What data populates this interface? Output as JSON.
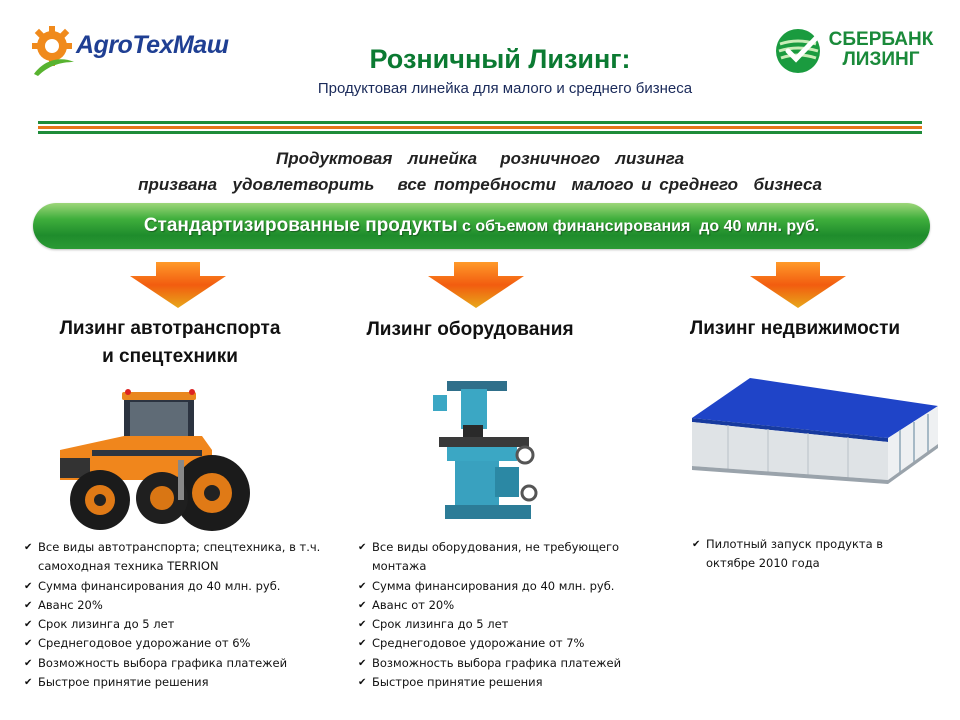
{
  "header": {
    "agro_logo_text": "AgroTexMaш",
    "sber_logo_line1": "СБЕРБАНК",
    "sber_logo_line2": "ЛИЗИНГ",
    "title": "Розничный Лизинг:",
    "subtitle": "Продуктовая линейка для малого и среднего бизнеса"
  },
  "intro": {
    "line1": "Продуктовая  линейка   розничного  лизинга",
    "line2": "призвана  удовлетворить   все потребности  малого и среднего  бизнеса"
  },
  "banner": {
    "strong": "Стандартизированные продукты",
    "rest": " с объемом финансирования  до 40 млн. руб."
  },
  "columns": {
    "vehicles": {
      "heading_line1": "Лизинг автотранспорта",
      "heading_line2": "и спецтехники",
      "items": [
        "Все виды автотранспорта; спецтехника, в т.ч. самоходная техника TERRION",
        "Сумма финансирования до 40 млн. руб.",
        "Аванс 20%",
        "Срок лизинга до 5 лет",
        "Среднегодовое удорожание от 6%",
        "Возможность выбора графика платежей",
        "Быстрое принятие решения"
      ]
    },
    "equipment": {
      "heading": "Лизинг оборудования",
      "items": [
        "Все виды оборудования, не требующего монтажа",
        "Сумма финансирования до 40 млн. руб.",
        "Аванс от 20%",
        "Срок лизинга до 5 лет",
        "Среднегодовое удорожание от 7%",
        "Возможность выбора графика платежей",
        "Быстрое принятие решения"
      ]
    },
    "realty": {
      "heading": "Лизинг недвижимости",
      "items": [
        "Пилотный запуск продукта в октябре 2010 года"
      ]
    }
  },
  "colors": {
    "title_green": "#0b7a32",
    "stripe_green": "#1f8c3a",
    "stripe_orange": "#e8751a",
    "banner_green": "#2a9a34",
    "arrow_orange": "#f25c0f",
    "sber_green": "#1a8a3a",
    "agro_blue": "#1f3f93"
  }
}
